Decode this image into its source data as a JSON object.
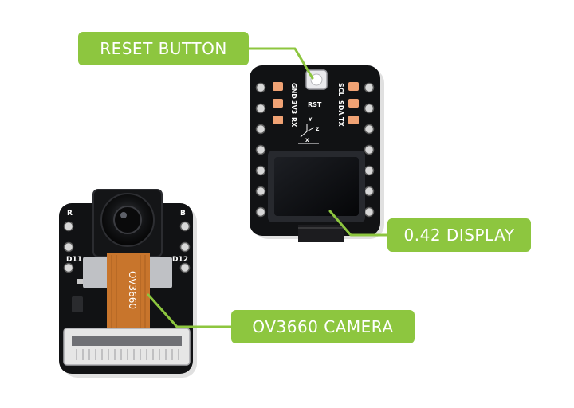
{
  "colors": {
    "accent": "#8dc63f",
    "pcb": "#111214",
    "copper_pad": "#f0a274",
    "flex_cable": "#c8752c",
    "connector": "#e6e6e6"
  },
  "callouts": {
    "reset_label": "RESET BUTTON",
    "display_label": "0.42 DISPLAY",
    "camera_label": "OV3660 CAMERA"
  },
  "display_board": {
    "silkscreen": {
      "gnd": "GND",
      "v3": "3V3",
      "rx": "RX",
      "scl": "SCL",
      "sda": "SDA",
      "tx": "TX",
      "rst": "RST",
      "axis_x": "X",
      "axis_y": "Y",
      "axis_z": "Z"
    }
  },
  "camera_board": {
    "silkscreen": {
      "r": "R",
      "b": "B",
      "d11": "D11",
      "d12": "D12",
      "cable_text": "OV3660"
    }
  }
}
